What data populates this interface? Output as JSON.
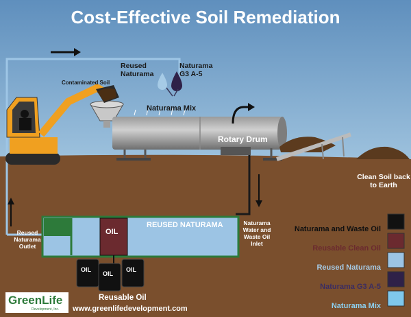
{
  "title": "Cost-Effective Soil Remediation",
  "labels": {
    "reused_naturama": "Reused Naturama",
    "naturama_g3": "Naturama G3 A-5",
    "contaminated_soil": "Contaminated Soil",
    "naturama_mix": "Naturama Mix",
    "rotary_drum": "Rotary Drum",
    "clean_soil": "Clean Soil back to Earth",
    "tank_reused": "REUSED NATURAMA",
    "tank_oil": "OIL",
    "barrel_oil": "OIL",
    "reusable_oil": "Reusable Oil",
    "outlet": "Reused Naturama Outlet",
    "inlet": "Naturama Water and Waste Oil Inlet"
  },
  "legend": [
    {
      "label": "Naturama and Waste Oil",
      "color": "#111111",
      "text_color": "#111111"
    },
    {
      "label": "Reusable Clean Oil",
      "color": "#6b2a2f",
      "text_color": "#6b2a2f"
    },
    {
      "label": "Reused Naturama",
      "color": "#9cc4e4",
      "text_color": "#a6cbe6"
    },
    {
      "label": "Naturama G3 A-5",
      "color": "#2f2148",
      "text_color": "#3a2c62"
    },
    {
      "label": "Naturama Mix",
      "color": "#7fc8ec",
      "text_color": "#8cd0f0"
    }
  ],
  "logo": {
    "name": "GreenLife",
    "sub": "Development, Inc."
  },
  "website": "www.greenlifedevelopment.com",
  "colors": {
    "sky": "#6f9fc9",
    "ground": "#7a4f2d",
    "pipe": "#9ec6e6",
    "tank_border": "#2d7a3a",
    "machine": "#f0a020"
  }
}
